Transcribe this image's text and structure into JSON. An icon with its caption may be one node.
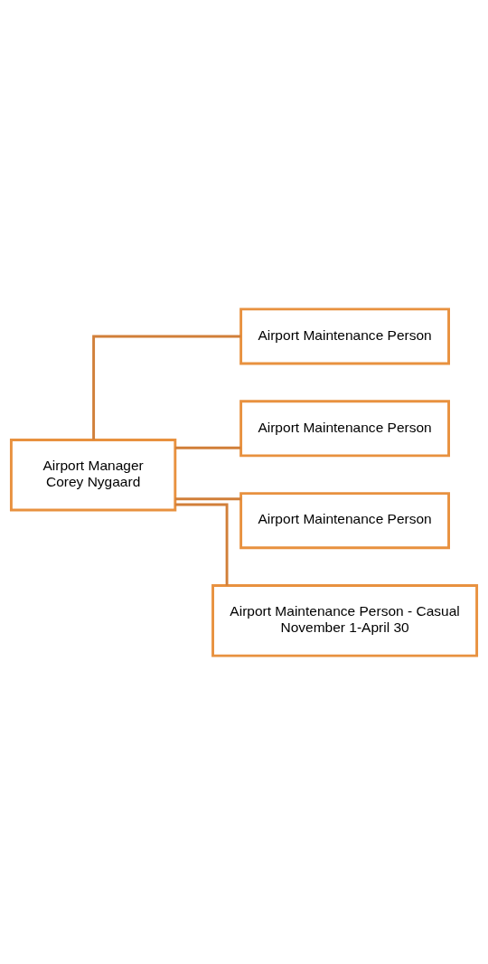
{
  "diagram": {
    "nodes": [
      {
        "text": [
          "Airport Manager",
          "Corey Nygaard"
        ]
      },
      {
        "text": [
          "Airport Maintenance Person"
        ]
      },
      {
        "text": [
          "Airport Maintenance Person"
        ]
      },
      {
        "text": [
          "Airport Maintenance Person"
        ]
      },
      {
        "text": [
          "Airport Maintenance Person - Casual",
          "November 1-April 30"
        ]
      }
    ],
    "edges": [
      {
        "from": 0,
        "to": 1,
        "arrow": "none"
      },
      {
        "from": 0,
        "to": 2,
        "arrow": "none"
      },
      {
        "from": 0,
        "to": 3,
        "arrow": "none"
      },
      {
        "from": 0,
        "to": 4,
        "arrow": "none"
      }
    ]
  }
}
